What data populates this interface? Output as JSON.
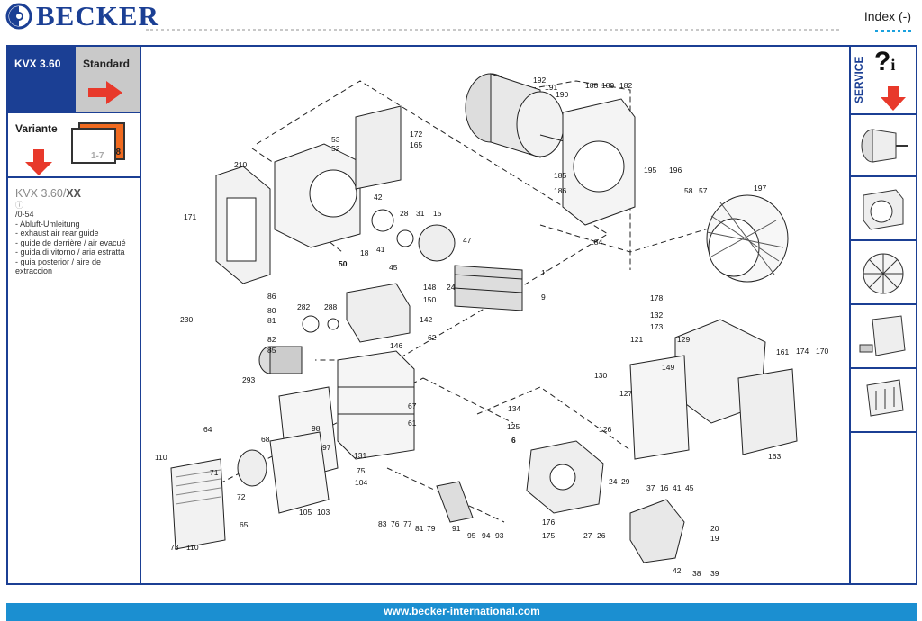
{
  "header": {
    "brand": "BECKER",
    "index_label": "Index (-)"
  },
  "sidebar": {
    "model": "KVX 3.60",
    "standard_label": "Standard",
    "variante_label": "Variante",
    "card_front_label": "1-7",
    "card_back_label": "8",
    "variant_title_prefix": "KVX 3.60/",
    "variant_title_suffix": "XX",
    "info_symbol": "ⓘ",
    "variant_code": "/0-54",
    "variant_lines": [
      "- Abluft-Umleitung",
      "- exhaust air rear guide",
      "- guide de derrière / air evacué",
      "- guida di vitorno / aria estratta",
      "- guia posterior / aire de extraccion"
    ]
  },
  "service": {
    "label": "SERVICE",
    "icon_text": "?",
    "icon_sub": "i"
  },
  "footer": {
    "url": "www.becker-international.com"
  },
  "colors": {
    "brand_blue": "#1b3f94",
    "footer_blue": "#1b8fd1",
    "arrow_red": "#e8392b",
    "card_orange": "#f06a1f"
  },
  "parts": [
    "192",
    "191",
    "190",
    "188",
    "189",
    "182",
    "172",
    "165",
    "53",
    "52",
    "210",
    "42",
    "28",
    "31",
    "15",
    "185",
    "186",
    "195",
    "196",
    "58",
    "57",
    "197",
    "171",
    "18",
    "50",
    "41",
    "45",
    "47",
    "24",
    "11",
    "9",
    "184",
    "148",
    "150",
    "86",
    "80",
    "81",
    "82",
    "85",
    "230",
    "282",
    "288",
    "142",
    "146",
    "62",
    "178",
    "132",
    "173",
    "129",
    "121",
    "161",
    "174",
    "170",
    "149",
    "130",
    "127",
    "134",
    "125",
    "126",
    "293",
    "67",
    "61",
    "64",
    "98",
    "97",
    "68",
    "131",
    "75",
    "104",
    "110",
    "71",
    "72",
    "65",
    "105",
    "103",
    "83",
    "76",
    "77",
    "81",
    "79",
    "91",
    "95",
    "94",
    "93",
    "6",
    "24",
    "29",
    "37",
    "16",
    "41",
    "45",
    "20",
    "19",
    "176",
    "175",
    "27",
    "26",
    "42",
    "38",
    "39",
    "163",
    "73",
    "110"
  ]
}
